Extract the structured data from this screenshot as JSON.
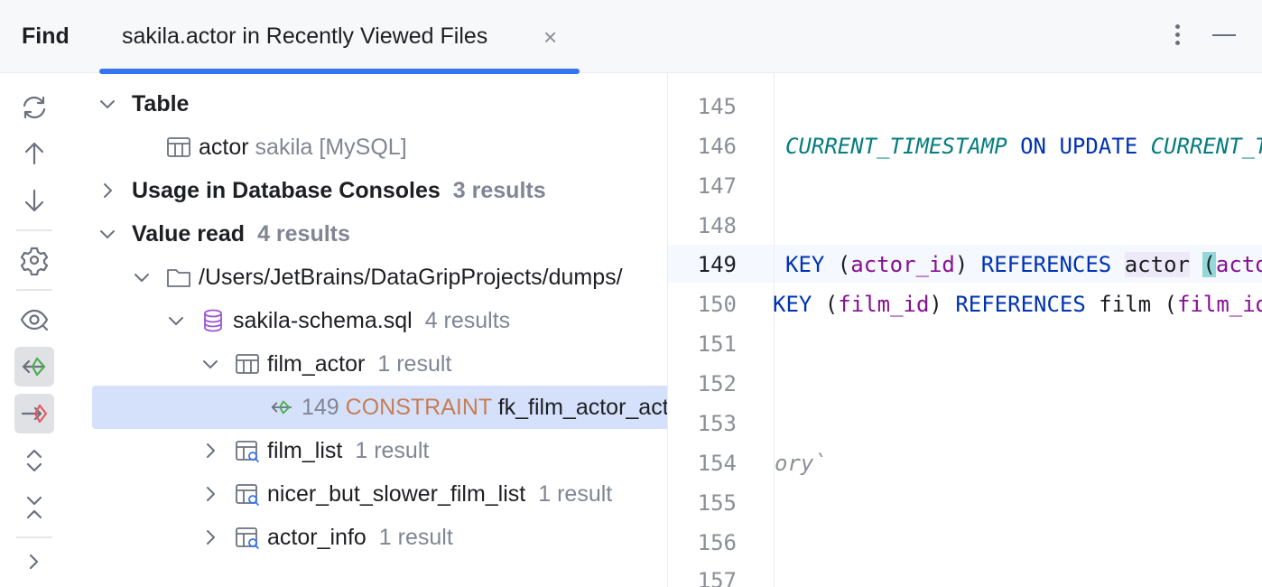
{
  "header": {
    "title": "Find",
    "tab_label": "sakila.actor in Recently Viewed Files",
    "close_glyph": "×"
  },
  "toolbar": {
    "icons": [
      "refresh-icon",
      "arrow-up-icon",
      "arrow-down-icon",
      "gear-icon",
      "eye-icon",
      "read-access-icon",
      "write-access-icon",
      "expand-all-icon",
      "collapse-all-icon",
      "chevron-right-icon"
    ]
  },
  "tree": {
    "table_group": "Table",
    "actor": {
      "name": "actor",
      "detail": "sakila [MySQL]"
    },
    "usage_group": {
      "label": "Usage in Database Consoles",
      "count": "3 results"
    },
    "value_read": {
      "label": "Value read",
      "count": "4 results"
    },
    "folder": {
      "path": "/Users/JetBrains/DataGripProjects/dumps/"
    },
    "file": {
      "name": "sakila-schema.sql",
      "count": "4 results"
    },
    "film_actor": {
      "name": "film_actor",
      "count": "1 result"
    },
    "usage_line": {
      "line": "149",
      "keyword": "CONSTRAINT",
      "rest": "fk_film_actor_actor"
    },
    "film_list": {
      "name": "film_list",
      "count": "1 result"
    },
    "nicer": {
      "name": "nicer_but_slower_film_list",
      "count": "1 result"
    },
    "actor_info": {
      "name": "actor_info",
      "count": "1 result"
    }
  },
  "editor": {
    "line_numbers": [
      "145",
      "146",
      "147",
      "148",
      "149",
      "150",
      "151",
      "152",
      "153",
      "154",
      "155",
      "156",
      "157"
    ],
    "current_line": "149",
    "l146": {
      "t1": "CURRENT_TIMESTAMP",
      "t2": " ",
      "t3": "ON UPDATE",
      "t4": " ",
      "t5": "CURRENT_TIMESTAMP"
    },
    "l149": {
      "t1": "KEY",
      "t2": " (",
      "t3": "actor_id",
      "t4": ") ",
      "t5": "REFERENCES",
      "t6": " ",
      "t7": "actor",
      "t8": " ",
      "t9": "(",
      "t10": "actor_id"
    },
    "l150": {
      "t1": "KEY",
      "t2": " (",
      "t3": "film_id",
      "t4": ") ",
      "t5": "REFERENCES",
      "t6": " film (",
      "t7": "film_id"
    },
    "l154": {
      "t1": "ory`"
    }
  },
  "colors": {
    "accent": "#3574f0",
    "selection": "#d5e1fb",
    "keyword": "#0033b3",
    "function": "#067d7f",
    "column": "#871094",
    "constraint": "#c77d55"
  }
}
